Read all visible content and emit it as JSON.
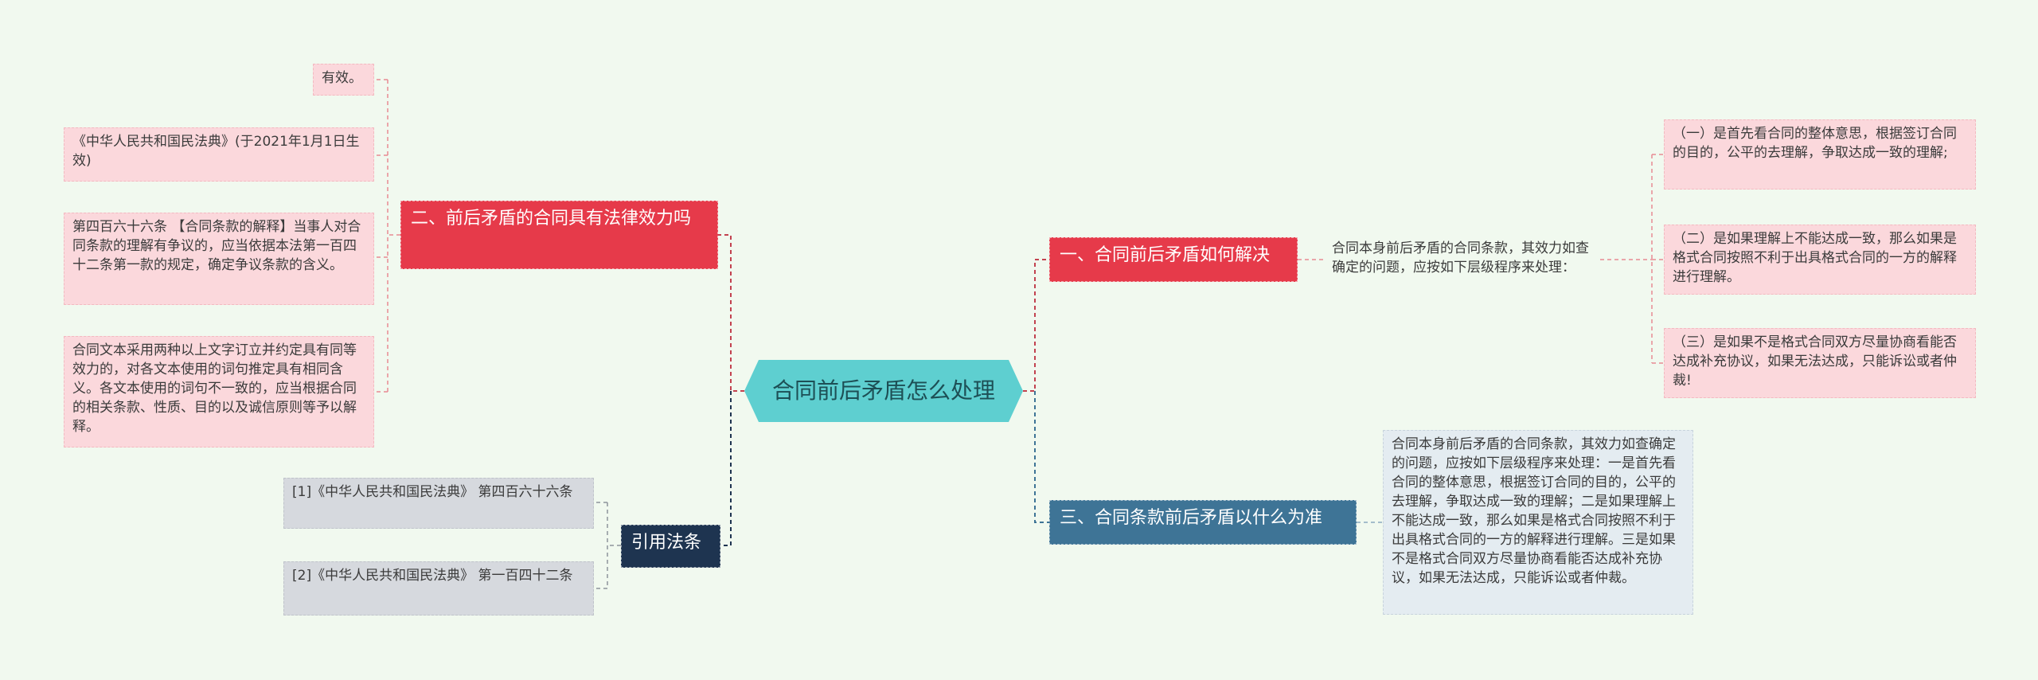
{
  "center": "合同前后矛盾怎么处理",
  "branches": {
    "b1": "一、合同前后矛盾如何解决",
    "b2": "二、前后矛盾的合同具有法律效力吗",
    "b3": "三、合同条款前后矛盾以什么为准",
    "b4": "引用法条"
  },
  "leaves": {
    "b1_intro": "合同本身前后矛盾的合同条款，其效力如查确定的问题，应按如下层级程序来处理：",
    "b1_step1": "（一）是首先看合同的整体意思，根据签订合同的目的，公平的去理解，争取达成一致的理解;",
    "b1_step2": "（二）是如果理解上不能达成一致，那么如果是格式合同按照不利于出具格式合同的一方的解释进行理解。",
    "b1_step3": "（三）是如果不是格式合同双方尽量协商看能否达成补充协议，如果无法达成，只能诉讼或者仲裁!",
    "b2_valid": "有效。",
    "b2_code": "《中华人民共和国民法典》(于2021年1月1日生效)",
    "b2_art466": "第四百六十六条 【合同条款的解释】当事人对合同条款的理解有争议的，应当依据本法第一百四十二条第一款的规定，确定争议条款的含义。",
    "b2_multi": "合同文本采用两种以上文字订立并约定具有同等效力的，对各文本使用的词句推定具有相同含义。各文本使用的词句不一致的，应当根据合同的相关条款、性质、目的以及诚信原则等予以解释。",
    "b3_detail": "合同本身前后矛盾的合同条款，其效力如查确定的问题，应按如下层级程序来处理：一是首先看合同的整体意思，根据签订合同的目的，公平的去理解，争取达成一致的理解；二是如果理解上不能达成一致，那么如果是格式合同按照不利于出具格式合同的一方的解释进行理解。三是如果不是格式合同双方尽量协商看能否达成补充协议，如果无法达成，只能诉讼或者仲裁。",
    "b4_ref1": "[1]《中华人民共和国民法典》 第四百六十六条",
    "b4_ref2": "[2]《中华人民共和国民法典》 第一百四十二条"
  },
  "colors": {
    "background": "#f1f9ef",
    "center": "#5ecfd0",
    "red_branch": "#e63a4a",
    "blue_branch": "#3e7496",
    "navy_branch": "#1e3450",
    "pink_leaf": "#fbd8dc",
    "gray_leaf": "#d6d9de",
    "pale_leaf": "#e4ecf1"
  }
}
